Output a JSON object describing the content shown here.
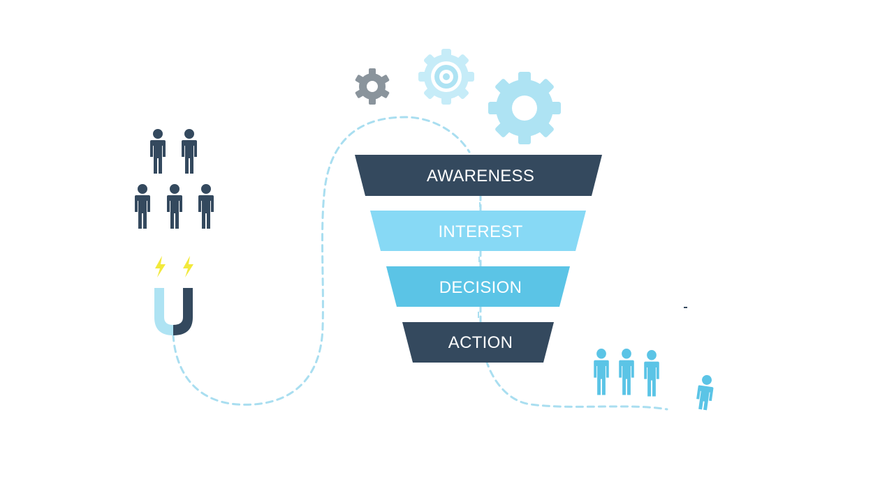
{
  "funnel": {
    "stages": [
      {
        "label": "AWARENESS",
        "color": "#34495e",
        "text_color": "#ffffff"
      },
      {
        "label": "INTEREST",
        "color": "#87d9f5",
        "text_color": "#ffffff"
      },
      {
        "label": "DECISION",
        "color": "#5bc4e6",
        "text_color": "#ffffff"
      },
      {
        "label": "ACTION",
        "color": "#34495e",
        "text_color": "#ffffff"
      }
    ]
  },
  "colors": {
    "dark": "#34495e",
    "light_blue": "#aee3f3",
    "mid_blue": "#5bc4e6",
    "gear_gray": "#8a949c",
    "path_dash": "#a9def0",
    "lightning": "#f2e93c"
  },
  "icons": {
    "top_gears": [
      "small-gear-icon",
      "target-gear-icon",
      "large-gear-icon"
    ],
    "left_people_group": "person-icon",
    "magnet": "magnet-icon",
    "lightning": "lightning-icon",
    "right_people_group": "person-icon",
    "lone_person": "person-walking-icon"
  }
}
